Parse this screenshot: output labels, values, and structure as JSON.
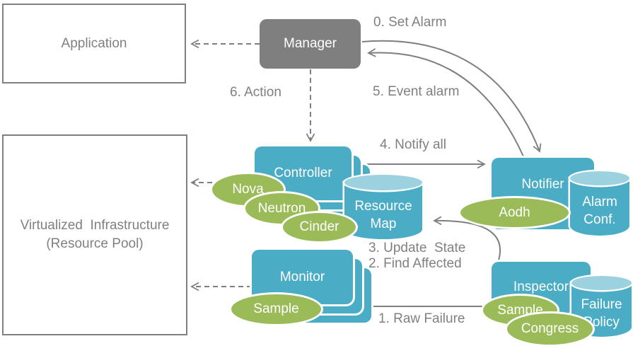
{
  "colors": {
    "teal": "#4BACC6",
    "teal_light": "#9CD1DF",
    "green": "#9BBB59",
    "gray_fill": "#7F7F7F",
    "line_gray": "#7F7F7F",
    "text_gray": "#808080",
    "text_white": "#FFFFFF",
    "background": "#FFFFFF"
  },
  "boxes": {
    "application": {
      "label": "Application"
    },
    "virtualized_infrastructure": {
      "line1": "Virtualized  Infrastructure",
      "line2": "(Resource Pool)"
    },
    "manager": {
      "label": "Manager"
    },
    "controller": {
      "label": "Controller"
    },
    "monitor": {
      "label": "Monitor"
    },
    "notifier": {
      "label": "Notifier"
    },
    "inspector": {
      "label": "Inspector"
    }
  },
  "datastores": {
    "resource_map": {
      "line1": "Resource",
      "line2": "Map"
    },
    "alarm_conf": {
      "line1": "Alarm",
      "line2": "Conf."
    },
    "failure_policy": {
      "line1": "Failure",
      "line2": "Policy"
    }
  },
  "plugins": {
    "nova": {
      "label": "Nova"
    },
    "neutron": {
      "label": "Neutron"
    },
    "cinder": {
      "label": "Cinder"
    },
    "monitor_sample": {
      "label": "Sample"
    },
    "aodh": {
      "label": "Aodh"
    },
    "inspector_sample": {
      "label": "Sample"
    },
    "congress": {
      "label": "Congress"
    }
  },
  "flow_labels": {
    "step0": "0. Set Alarm",
    "step1": "1. Raw Failure",
    "step2": "2. Find Affected",
    "step3": "3. Update  State",
    "step4": "4. Notify all",
    "step5": "5. Event alarm",
    "step6": "6. Action"
  }
}
